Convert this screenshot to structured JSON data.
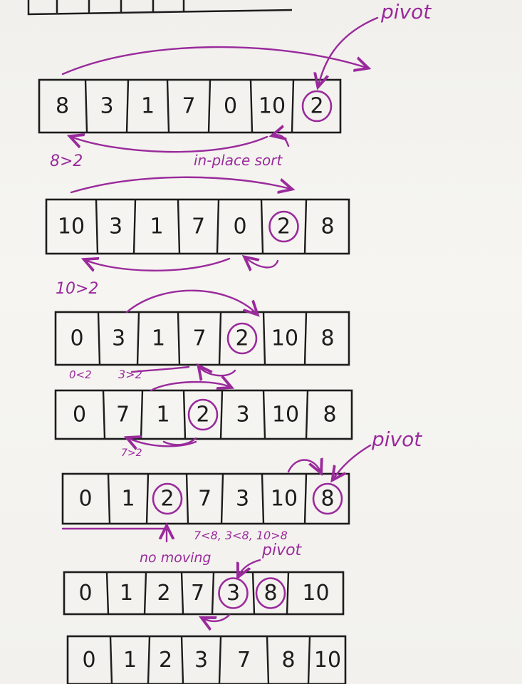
{
  "accent_ink": "#9a2a9c",
  "pen_ink": "#1c1c1c",
  "labels": {
    "pivot_1": "pivot",
    "pivot_2": "pivot",
    "pivot_3": "pivot",
    "note_8gt2": "8>2",
    "note_inplace": "in-place sort",
    "note_10gt2": "10>2",
    "note_0lt2": "0<2",
    "note_3gt2": "3>2",
    "note_7gt2": "7>2",
    "note_compare": "7<8, 3<8, 10>8",
    "note_nomoving": "no moving"
  },
  "rows": [
    {
      "cells": [
        "8",
        "3",
        "1",
        "7",
        "0",
        "10",
        "2"
      ],
      "circled": [
        6
      ]
    },
    {
      "cells": [
        "10",
        "3",
        "1",
        "7",
        "0",
        "2",
        "8"
      ],
      "circled": [
        5
      ]
    },
    {
      "cells": [
        "0",
        "3",
        "1",
        "7",
        "2",
        "10",
        "8"
      ],
      "circled": [
        4
      ]
    },
    {
      "cells": [
        "0",
        "7",
        "1",
        "2",
        "3",
        "10",
        "8"
      ],
      "circled": [
        3
      ]
    },
    {
      "cells": [
        "0",
        "1",
        "2",
        "7",
        "3",
        "10",
        "8"
      ],
      "circled": [
        2,
        6
      ]
    },
    {
      "cells": [
        "0",
        "1",
        "2",
        "7",
        "3",
        "8",
        "10"
      ],
      "circled": [
        4,
        5
      ]
    },
    {
      "cells": [
        "0",
        "1",
        "2",
        "3",
        "7",
        "8",
        "10"
      ],
      "circled": []
    }
  ]
}
